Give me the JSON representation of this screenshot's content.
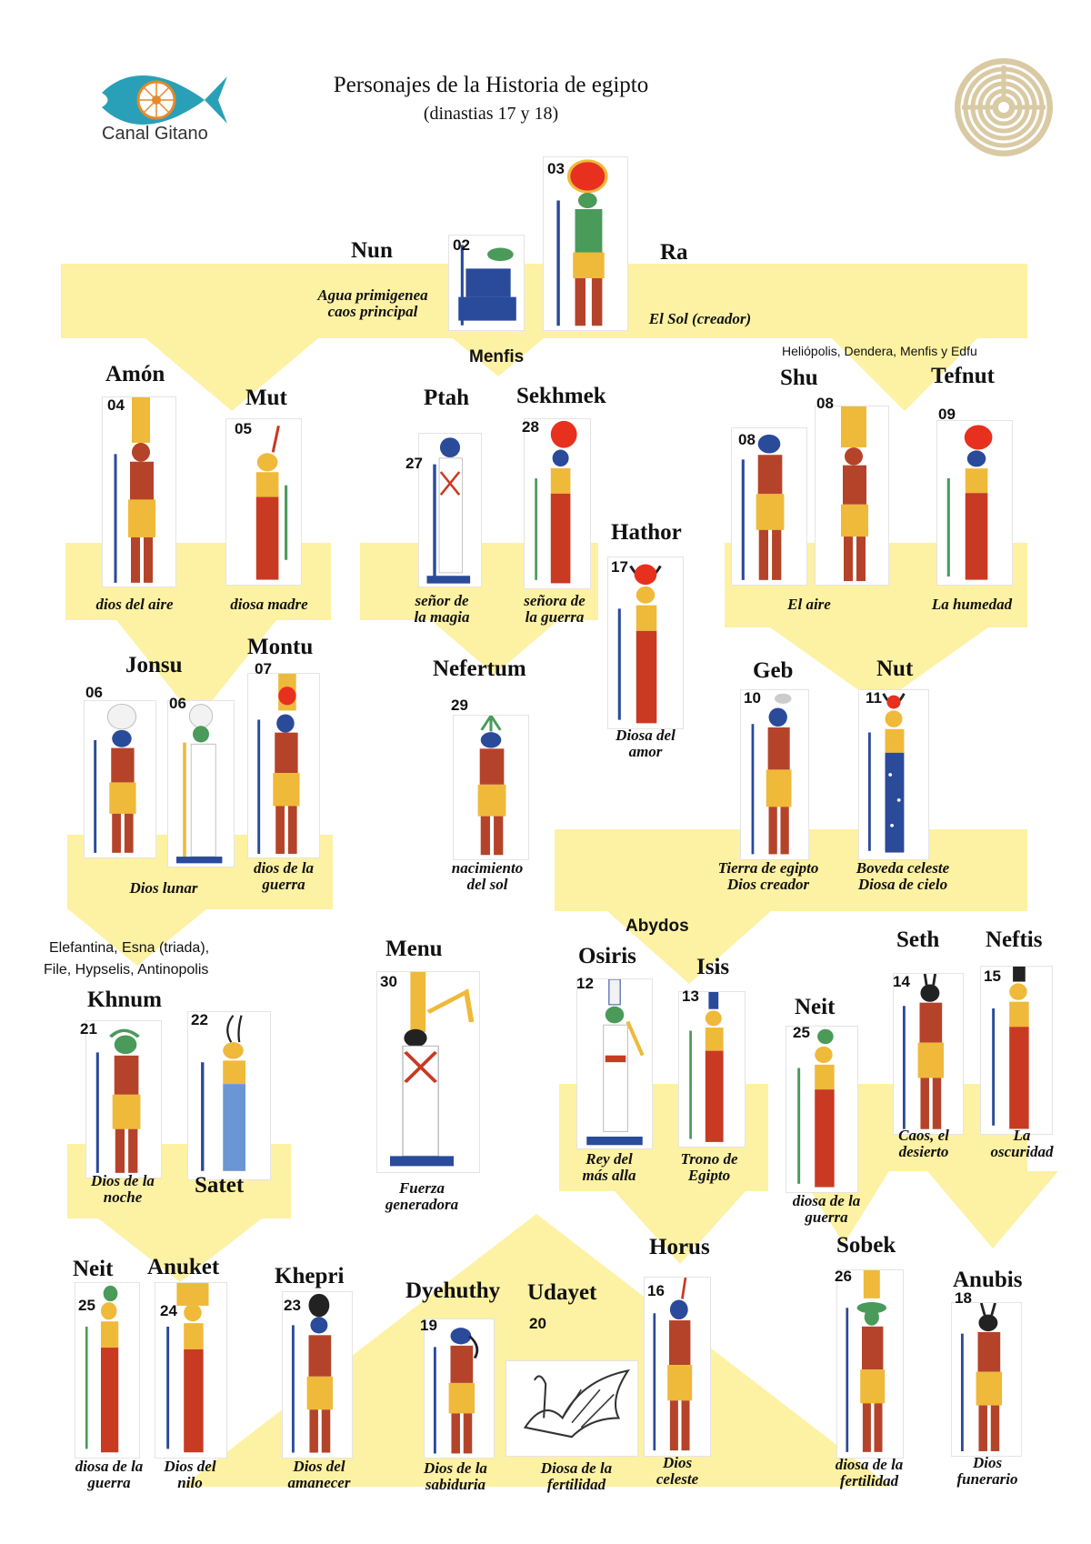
{
  "header": {
    "title": "Personajes de la Historia de egipto",
    "subtitle": "(dinastias 17 y 18)",
    "logo_text": "Canal Gitano"
  },
  "places": {
    "menfis": "Menfis",
    "heliopolis": "Heliópolis, Dendera, Menfis y Edfu",
    "elefantina_1": "Elefantina, Esna (triada),",
    "elefantina_2": "File, Hypselis, Antinopolis",
    "abydos": "Abydos"
  },
  "deities": [
    {
      "id": "nun",
      "name": "Nun",
      "num": "02",
      "caption": "Agua primigenea\ncaos principal"
    },
    {
      "id": "ra",
      "name": "Ra",
      "num": "03",
      "caption": "El Sol (creador)"
    },
    {
      "id": "amon",
      "name": "Amón",
      "num": "04",
      "caption": "dios del aire"
    },
    {
      "id": "mut",
      "name": "Mut",
      "num": "05",
      "caption": "diosa madre"
    },
    {
      "id": "ptah",
      "name": "Ptah",
      "num": "27",
      "caption": "señor de\nla magia"
    },
    {
      "id": "sekhmek",
      "name": "Sekhmek",
      "num": "28",
      "caption": "señora de\nla guerra"
    },
    {
      "id": "hathor",
      "name": "Hathor",
      "num": "17",
      "caption": "Diosa del\namor"
    },
    {
      "id": "shu",
      "name": "Shu",
      "num": "08",
      "num2": "08",
      "caption": "El aire"
    },
    {
      "id": "tefnut",
      "name": "Tefnut",
      "num": "09",
      "caption": "La humedad"
    },
    {
      "id": "jonsu",
      "name": "Jonsu",
      "num": "06",
      "num2": "06",
      "caption": "Dios lunar"
    },
    {
      "id": "montu",
      "name": "Montu",
      "num": "07",
      "caption": "dios de la\nguerra"
    },
    {
      "id": "nefertum",
      "name": "Nefertum",
      "num": "29",
      "caption": "nacimiento\ndel sol"
    },
    {
      "id": "geb",
      "name": "Geb",
      "num": "10",
      "caption": "Tierra de egipto\nDios creador"
    },
    {
      "id": "nut",
      "name": "Nut",
      "num": "11",
      "caption": "Boveda celeste\nDiosa de cielo"
    },
    {
      "id": "khnum",
      "name": "Khnum",
      "num": "21",
      "caption": "Dios de la\nnoche"
    },
    {
      "id": "satet",
      "name": "Satet",
      "num": "22",
      "caption": ""
    },
    {
      "id": "menu",
      "name": "Menu",
      "num": "30",
      "caption": "Fuerza\ngeneradora"
    },
    {
      "id": "osiris",
      "name": "Osiris",
      "num": "12",
      "caption": "Rey del\nmás alla"
    },
    {
      "id": "isis",
      "name": "Isis",
      "num": "13",
      "caption": "Trono de\nEgipto"
    },
    {
      "id": "neit_mid",
      "name": "Neit",
      "num": "25",
      "caption": "diosa de la\nguerra"
    },
    {
      "id": "seth",
      "name": "Seth",
      "num": "14",
      "caption": "Caos, el\ndesierto"
    },
    {
      "id": "neftis",
      "name": "Neftis",
      "num": "15",
      "caption": "La\noscuridad"
    },
    {
      "id": "neit_low",
      "name": "Neit",
      "num": "25",
      "caption": "diosa de la\nguerra"
    },
    {
      "id": "anuket",
      "name": "Anuket",
      "num": "24",
      "caption": "Dios del\nnilo"
    },
    {
      "id": "khepri",
      "name": "Khepri",
      "num": "23",
      "caption": "Dios del\namanecer"
    },
    {
      "id": "dyehuthy",
      "name": "Dyehuthy",
      "num": "19",
      "caption": "Dios de la\nsabiduria"
    },
    {
      "id": "udayet",
      "name": "Udayet",
      "num": "20",
      "caption": "Diosa de la\nfertilidad"
    },
    {
      "id": "horus",
      "name": "Horus",
      "num": "16",
      "caption": "Dios\nceleste"
    },
    {
      "id": "sobek",
      "name": "Sobek",
      "num": "26",
      "caption": "diosa de la\nfertilidad"
    },
    {
      "id": "anubis",
      "name": "Anubis",
      "num": "18",
      "caption": "Dios\nfunerario"
    }
  ],
  "colors": {
    "band": "#fdf1a3",
    "skin": "#b5432a",
    "kilt": "#efb93a",
    "dress": "#c83a22",
    "blue": "#2a4a9a",
    "green": "#4a9a5a",
    "sun": "#e8301e"
  }
}
